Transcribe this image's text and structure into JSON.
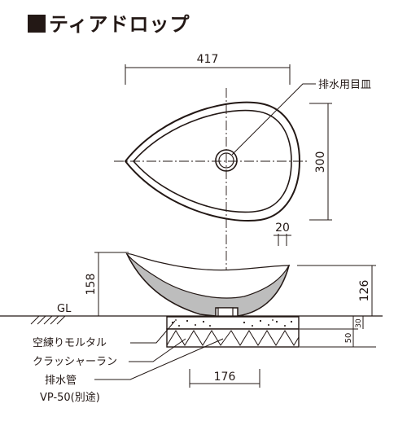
{
  "title": "ティアドロップ",
  "dimensions": {
    "width_top": "417",
    "depth_top": "300",
    "drain_offset": "20",
    "height_front": "158",
    "height_bowl": "126",
    "base_total": "50",
    "base_upper": "30",
    "base_width": "176"
  },
  "labels": {
    "drain_plate": "排水用目皿",
    "ground_line": "GL",
    "mortar": "空練りモルタル",
    "crusher_run": "クラッシャーラン",
    "drain_pipe": "排水管",
    "drain_pipe_spec": "VP-50(別途)"
  }
}
